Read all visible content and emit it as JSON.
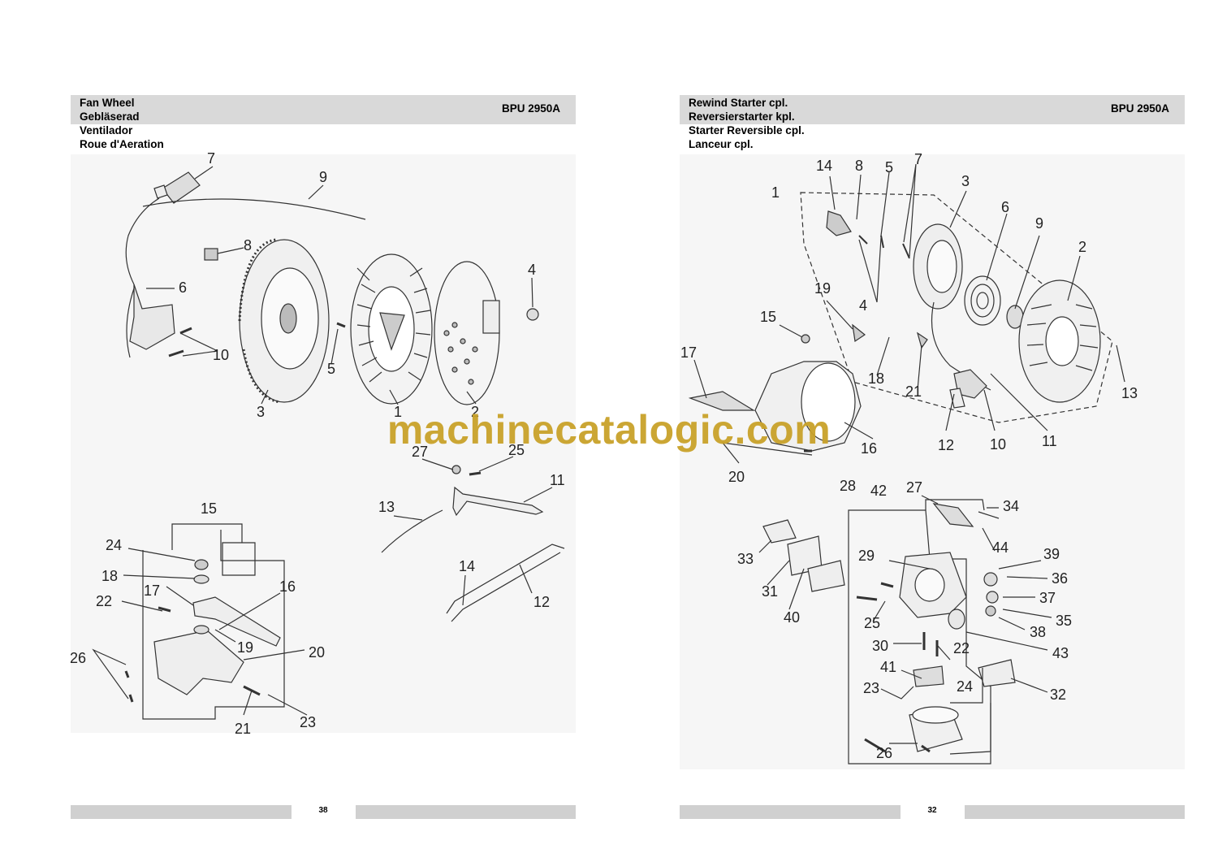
{
  "left_page": {
    "titles": [
      "Fan Wheel",
      "Gebläserad",
      "Ventilador",
      "Roue d'Aeration"
    ],
    "model": "BPU 2950A",
    "page_number": "38",
    "callouts": [
      "7",
      "9",
      "8",
      "6",
      "10",
      "3",
      "5",
      "1",
      "2",
      "4",
      "27",
      "25",
      "11",
      "13",
      "14",
      "12",
      "15",
      "24",
      "18",
      "17",
      "22",
      "16",
      "19",
      "20",
      "26",
      "21",
      "23"
    ]
  },
  "right_page": {
    "titles": [
      "Rewind Starter cpl.",
      "Reversierstarter kpl.",
      "Starter Reversible cpl.",
      "Lanceur cpl."
    ],
    "model": "BPU 2950A",
    "page_number": "32",
    "callouts": [
      "14",
      "8",
      "5",
      "7",
      "3",
      "1",
      "6",
      "9",
      "2",
      "19",
      "4",
      "15",
      "17",
      "18",
      "21",
      "13",
      "12",
      "10",
      "11",
      "16",
      "20",
      "28",
      "42",
      "27",
      "34",
      "33",
      "29",
      "44",
      "39",
      "36",
      "31",
      "37",
      "40",
      "25",
      "35",
      "38",
      "30",
      "22",
      "43",
      "41",
      "23",
      "24",
      "32",
      "26"
    ]
  },
  "watermark": "machinecatalogic.com",
  "colors": {
    "header_bar": "#d9d9d9",
    "footer_bar": "#d0d0d0",
    "watermark": "#c9a22a"
  }
}
